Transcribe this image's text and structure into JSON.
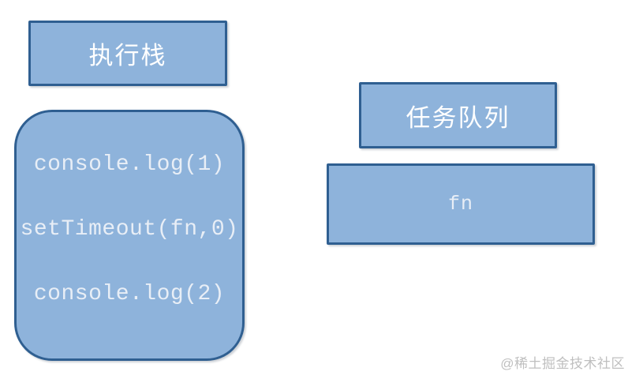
{
  "colors": {
    "background": "#FFFFFF",
    "box_fill": "#8EB3DB",
    "box_border": "#2F5F91",
    "header_text": "#FFFFFF",
    "code_text": "#E8EEF6",
    "watermark_text": "#BFBFBF"
  },
  "diagram": {
    "execution_stack": {
      "title": "执行栈",
      "frames": [
        "console.log(1)",
        "setTimeout(fn,0)",
        "console.log(2)"
      ]
    },
    "task_queue": {
      "title": "任务队列",
      "tasks": [
        "fn"
      ]
    },
    "watermark": "@稀土掘金技术社区"
  }
}
